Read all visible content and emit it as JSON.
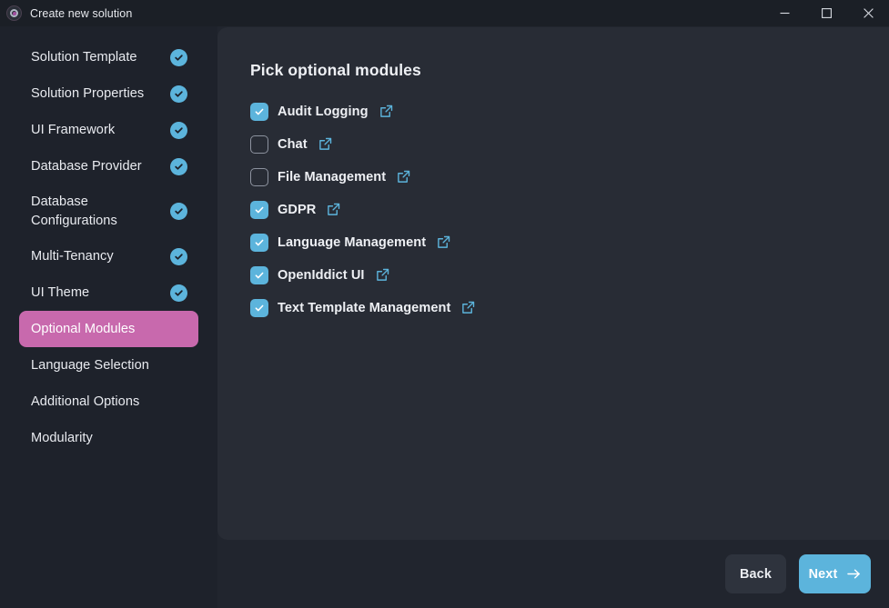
{
  "titlebar": {
    "app_icon": "abp-studio-logo-icon",
    "title": "Create new solution",
    "controls": {
      "minimize": "minimize-icon",
      "maximize": "maximize-icon",
      "close": "close-icon"
    }
  },
  "sidebar": {
    "items": [
      {
        "label": "Solution Template",
        "completed": true,
        "active": false
      },
      {
        "label": "Solution Properties",
        "completed": true,
        "active": false
      },
      {
        "label": "UI Framework",
        "completed": true,
        "active": false
      },
      {
        "label": "Database Provider",
        "completed": true,
        "active": false
      },
      {
        "label": "Database Configurations",
        "completed": true,
        "active": false
      },
      {
        "label": "Multi-Tenancy",
        "completed": true,
        "active": false
      },
      {
        "label": "UI Theme",
        "completed": true,
        "active": false
      },
      {
        "label": "Optional Modules",
        "completed": false,
        "active": true
      },
      {
        "label": "Language Selection",
        "completed": false,
        "active": false
      },
      {
        "label": "Additional Options",
        "completed": false,
        "active": false
      },
      {
        "label": "Modularity",
        "completed": false,
        "active": false
      }
    ]
  },
  "main": {
    "title": "Pick optional modules",
    "modules": [
      {
        "label": "Audit Logging",
        "checked": true
      },
      {
        "label": "Chat",
        "checked": false
      },
      {
        "label": "File Management",
        "checked": false
      },
      {
        "label": "GDPR",
        "checked": true
      },
      {
        "label": "Language Management",
        "checked": true
      },
      {
        "label": "OpenIddict UI",
        "checked": true
      },
      {
        "label": "Text Template Management",
        "checked": true
      }
    ]
  },
  "footer": {
    "back_label": "Back",
    "next_label": "Next"
  },
  "colors": {
    "titlebar_bg": "#1b1f26",
    "sidebar_bg": "#1e222b",
    "card_bg": "#282c35",
    "window_bg": "#21252e",
    "accent_blue": "#5cb4dc",
    "accent_pink": "#c869ad",
    "text_primary": "#eef0f4"
  }
}
